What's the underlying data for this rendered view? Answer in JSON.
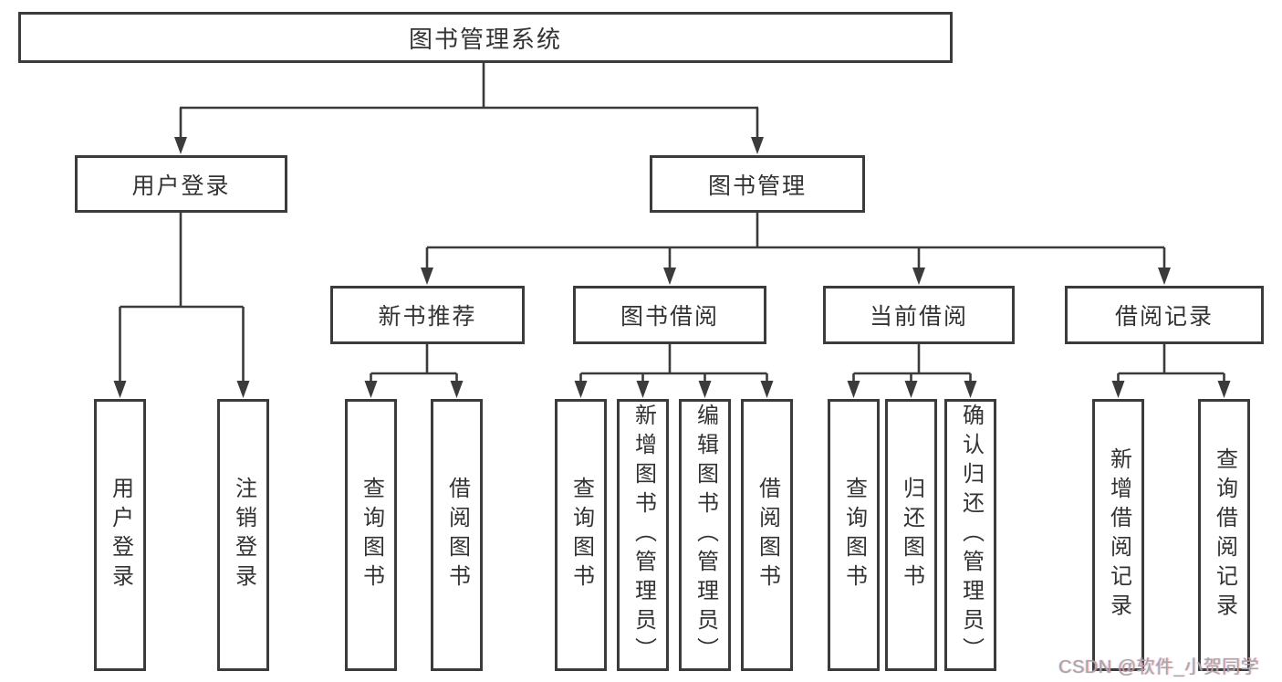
{
  "tree": {
    "root": {
      "label": "图书管理系统"
    },
    "branches": [
      {
        "label": "用户登录",
        "children": [
          "用户登录",
          "注销登录"
        ]
      },
      {
        "label": "图书管理",
        "sections": [
          {
            "label": "新书推荐",
            "children": [
              "查询图书",
              "借阅图书"
            ]
          },
          {
            "label": "图书借阅",
            "children": [
              "查询图书",
              "新增图书（管理员）",
              "编辑图书（管理员）",
              "借阅图书"
            ]
          },
          {
            "label": "当前借阅",
            "children": [
              "查询图书",
              "归还图书",
              "确认归还（管理员）"
            ]
          },
          {
            "label": "借阅记录",
            "children": [
              "新增借阅记录",
              "查询借阅记录"
            ]
          }
        ]
      }
    ]
  },
  "watermark": {
    "text": "CSDN @软件_小贺同学"
  },
  "colors": {
    "line": "#3b3b3b",
    "box_border": "#3b3b3b",
    "box_fill": "#ffffff",
    "text": "#333333",
    "watermark": "#a6a6a6",
    "background": "#ffffff"
  }
}
